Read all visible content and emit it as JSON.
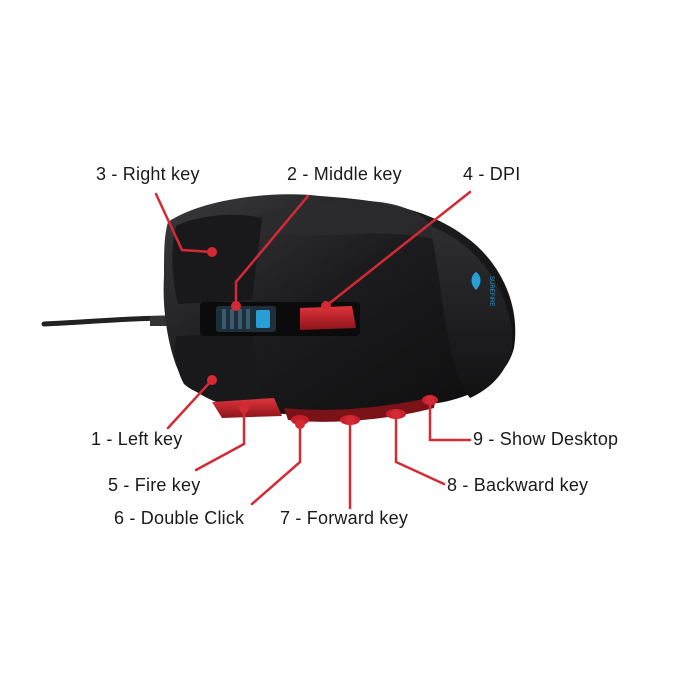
{
  "labels": {
    "right_key": "3 - Right key",
    "middle_key": "2 - Middle key",
    "dpi": "4 - DPI",
    "left_key": "1 - Left key",
    "show_desktop": "9 - Show Desktop",
    "fire_key": "5 - Fire key",
    "backward_key": "8 - Backward key",
    "double_click": "6 - Double Click",
    "forward_key": "7 - Forward key"
  },
  "brand_text": "SUREFIRE",
  "colors": {
    "callout": "#d42a35",
    "mouse_body": "#1c1c1e",
    "button_red": "#c8202a",
    "accent_blue": "#2a9fd6",
    "label_text": "#1a1a1a"
  }
}
